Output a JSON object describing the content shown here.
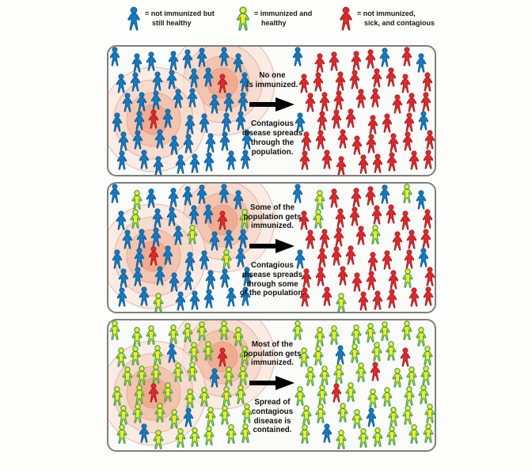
{
  "legend": {
    "items": [
      {
        "icon": "blue-person-icon",
        "color_key": "blue",
        "lines": [
          "= not immunized but",
          "still healthy"
        ]
      },
      {
        "icon": "yellow-person-icon",
        "color_key": "yellow",
        "lines": [
          "= immunized and",
          "healthy"
        ]
      },
      {
        "icon": "red-person-icon",
        "color_key": "red",
        "lines": [
          "= not immunized,",
          "sick, and contagious"
        ]
      }
    ]
  },
  "colors": {
    "blue": "#1879bd",
    "blue_outline": "#0e5a94",
    "red": "#d92b2e",
    "red_outline": "#a81e22",
    "yellow": "#f2e932",
    "yellow_outline": "#46a447",
    "halo_stroke": "#dc8a6c",
    "halo_fill_1": "#eda489",
    "halo_fill_2": "#f1bca6",
    "halo_fill_3": "#f6d5c6",
    "halo_fill_4": "#fae6dd",
    "panel_bg": "#fbfbfa",
    "panel_border": "#7e7e7e",
    "arrow": "#000000",
    "text": "#111111"
  },
  "crowd_key": {
    "B": "not immunized but still healthy",
    "Y": "immunized and healthy",
    "R": "not immunized, sick, and contagious",
    "H": "not immunized, sick, and contagious (source with contagion ripples)"
  },
  "panels": [
    {
      "caption_top_lines": [
        "No one",
        "is immunized."
      ],
      "caption_bottom_lines": [
        "Contagious",
        "disease spreads",
        "through the",
        "population."
      ],
      "left_crowd_rows": [
        "BBBBBBBB",
        "BBBBBBHB",
        "BBBBBBBB",
        "BBHBBBBB",
        "BBBBBBBB",
        "BBBBBBBB"
      ],
      "right_crowd_rows": [
        "BRRRRBRB",
        "RRRRRRRR",
        "RRRRRRRR",
        "BRRRRRRB",
        "RRRRRRRR",
        "RRRRRRRR"
      ]
    },
    {
      "caption_top_lines": [
        "Some of the",
        "population gets",
        "immunized."
      ],
      "caption_bottom_lines": [
        "Contagious",
        "disease spreads",
        "through some",
        "of the population."
      ],
      "left_crowd_rows": [
        "BYBBBBBB",
        "BYBBBBHY",
        "BBBBYBBB",
        "BBHBBBYB",
        "BBBBBBBB",
        "BBYBBBBB"
      ],
      "right_crowd_rows": [
        "BYRRRBYB",
        "RYRRRRRR",
        "RRRRYRRR",
        "BRRRRRRB",
        "RRRRRRYR",
        "RRYRRRRR"
      ]
    },
    {
      "caption_top_lines": [
        "Most of the",
        "population gets",
        "immunized."
      ],
      "caption_bottom_lines": [
        "Spread of",
        "contagious",
        "disease is",
        "contained."
      ],
      "left_crowd_rows": [
        "YYYYYYYY",
        "YYYBYYHY",
        "YYYYYBYY",
        "YYHYYYYY",
        "YYYYBYYY",
        "YBYYYYYY"
      ],
      "right_crowd_rows": [
        "YYYYYYYY",
        "YYBYYYRY",
        "YYYYRYYY",
        "YYRYYYYY",
        "YYYYBYYY",
        "YBYYYYYY"
      ]
    }
  ]
}
